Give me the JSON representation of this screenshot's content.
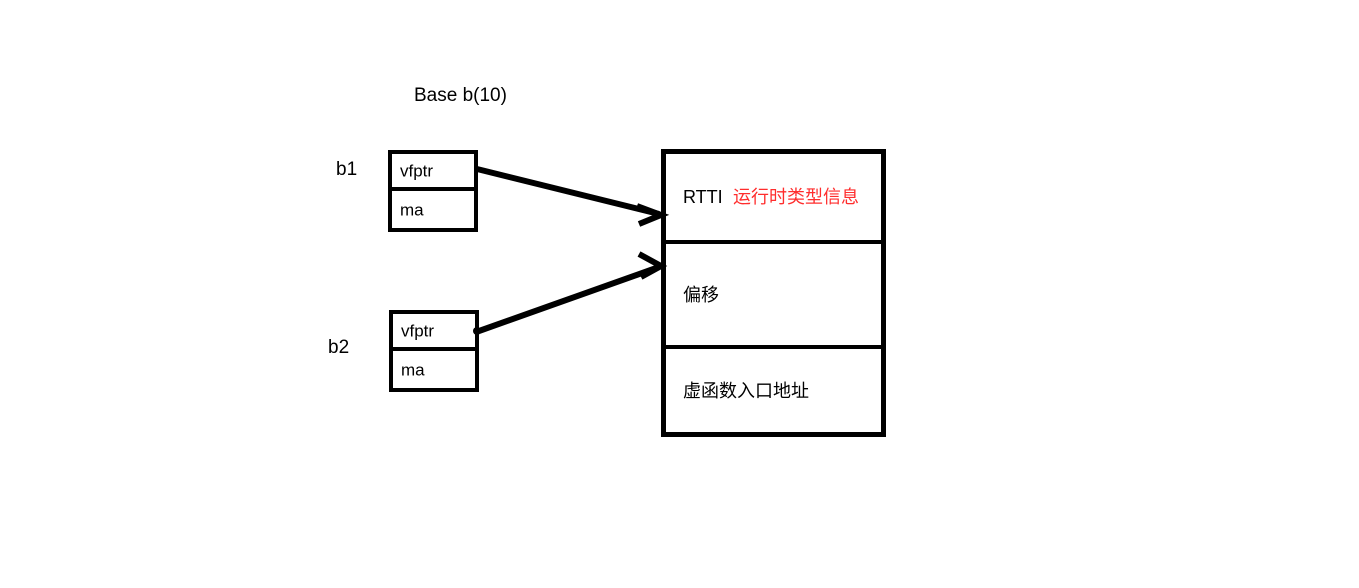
{
  "diagram": {
    "title": "Base b(10)",
    "objects": [
      {
        "name": "b1",
        "label": "b1",
        "rows": [
          {
            "key": "vfptr",
            "text": "vfptr"
          },
          {
            "key": "ma",
            "text": "ma"
          }
        ]
      },
      {
        "name": "b2",
        "label": "b2",
        "rows": [
          {
            "key": "vfptr",
            "text": "vfptr"
          },
          {
            "key": "ma",
            "text": "ma"
          }
        ]
      }
    ],
    "vtable": {
      "cells": [
        {
          "text": "RTTI",
          "note": "运行时类型信息"
        },
        {
          "text": "偏移",
          "note": ""
        },
        {
          "text": "虚函数入口地址",
          "note": ""
        }
      ]
    },
    "arrows": [
      {
        "from": "b1-vfptr",
        "to": "vtable-rtti"
      },
      {
        "from": "b2-vfptr",
        "to": "vtable-offset"
      }
    ],
    "colors": {
      "stroke": "#000000",
      "background": "#ffffff",
      "note_text": "#ff2d2d",
      "text": "#000000"
    }
  }
}
